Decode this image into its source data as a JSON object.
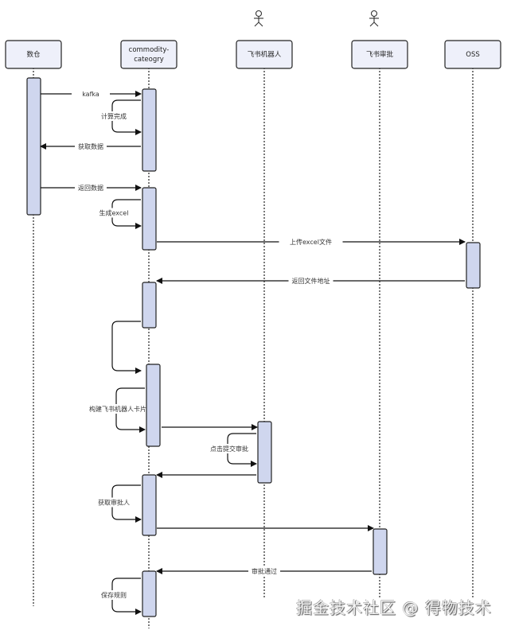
{
  "participants": [
    {
      "id": "warehouse",
      "label_lines": [
        "数仓"
      ],
      "actor": false
    },
    {
      "id": "commodity",
      "label_lines": [
        "commodity-",
        "cateogry"
      ],
      "actor": false
    },
    {
      "id": "robot",
      "label_lines": [
        "飞书机器人"
      ],
      "actor": true
    },
    {
      "id": "approval",
      "label_lines": [
        "飞书审批"
      ],
      "actor": true
    },
    {
      "id": "oss",
      "label_lines": [
        "OSS"
      ],
      "actor": false
    }
  ],
  "messages": [
    {
      "from": "warehouse",
      "to": "commodity",
      "label": "kafka"
    },
    {
      "from": "commodity",
      "to": "commodity",
      "label": "计算完成"
    },
    {
      "from": "commodity",
      "to": "warehouse",
      "label": "获取数据"
    },
    {
      "from": "warehouse",
      "to": "commodity",
      "label": "返回数据"
    },
    {
      "from": "commodity",
      "to": "commodity",
      "label": "生成excel"
    },
    {
      "from": "commodity",
      "to": "oss",
      "label": "上传excel文件"
    },
    {
      "from": "oss",
      "to": "commodity",
      "label": "返回文件地址"
    },
    {
      "from": "commodity",
      "to": "commodity",
      "label": ""
    },
    {
      "from": "commodity",
      "to": "commodity",
      "label": "构建飞书机器人卡片"
    },
    {
      "from": "commodity",
      "to": "robot",
      "label": ""
    },
    {
      "from": "robot",
      "to": "robot",
      "label": "点击提交审批"
    },
    {
      "from": "robot",
      "to": "commodity",
      "label": ""
    },
    {
      "from": "commodity",
      "to": "commodity",
      "label": "获取审批人"
    },
    {
      "from": "commodity",
      "to": "approval",
      "label": ""
    },
    {
      "from": "approval",
      "to": "commodity",
      "label": "审批通过"
    },
    {
      "from": "commodity",
      "to": "commodity",
      "label": "保存规则"
    }
  ],
  "colors": {
    "header_fill": "#eef0fa",
    "activation_fill": "#cfd6ee",
    "stroke": "#222222"
  },
  "watermark": "掘金技术社区 @ 得物技术"
}
